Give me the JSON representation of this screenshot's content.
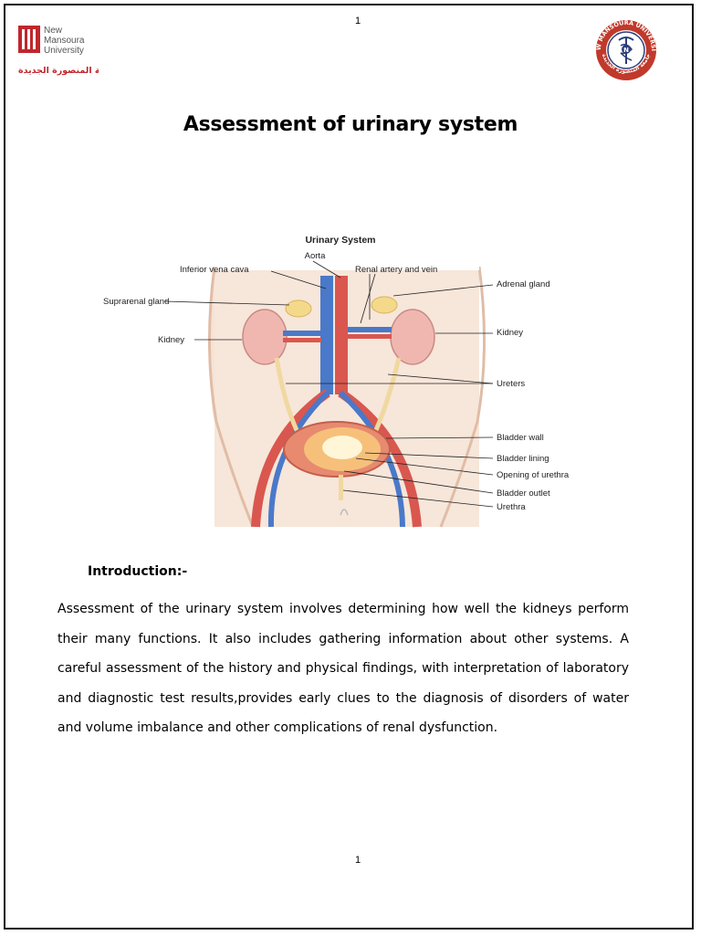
{
  "header": {
    "page_number_top": "1",
    "left_logo": {
      "lines": [
        "New",
        "Mansoura",
        "University"
      ],
      "arabic": "جامعة المنصورة الجديدة"
    },
    "right_logo": {
      "ring_text": "NEW MANSOURA UNIVERSITY",
      "ring_text_arabic": "جامعة المنصورة الجديدة",
      "icon": "caduceus-icon",
      "ring_color": "#c0392b"
    }
  },
  "title": "Assessment of urinary system",
  "diagram": {
    "title": "Urinary System",
    "labels": {
      "aorta": "Aorta",
      "inferior_vena_cava": "Inferior vena cava",
      "renal_artery_vein": "Renal artery and vein",
      "suprarenal_gland": "Suprarenal gland",
      "adrenal_gland": "Adrenal gland",
      "kidney_left": "Kidney",
      "kidney_right": "Kidney",
      "ureters": "Ureters",
      "bladder_wall": "Bladder wall",
      "bladder_lining": "Bladder lining",
      "opening_urethra": "Opening of urethra",
      "bladder_outlet": "Bladder outlet",
      "urethra": "Urethra"
    }
  },
  "introduction": {
    "heading": "Introduction:-",
    "paragraph": " Assessment of the urinary system involves determining how well the kidneys perform their many functions. It also includes gathering information about other systems. A careful assessment of the history and physical findings, with interpretation of laboratory and diagnostic test results,provides early clues to the diagnosis of disorders of water and volume imbalance and other complications of renal dysfunction."
  },
  "footer": {
    "page_number_bottom": "1"
  }
}
